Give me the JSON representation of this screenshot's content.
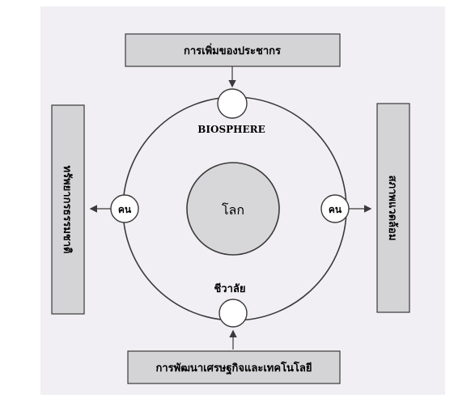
{
  "diagram": {
    "top_box": "การเพิ่มของประชากร",
    "bottom_box": "การพัฒนาเศรษฐกิจและเทคโนโลยี",
    "left_box": "ทรัพยากรธรรมชาติ",
    "right_box": "สภาพแวดล้อม",
    "biosphere_label": "BIOSPHERE",
    "center_label": "โลก",
    "life_label": "ชีวาลัย",
    "left_node": "คน",
    "right_node": "คน"
  },
  "colors": {
    "box_fill": "#d4d4d6",
    "circle_fill": "#d7d7d9",
    "stroke": "#3a3a3a",
    "panel": "#f1eff4"
  }
}
